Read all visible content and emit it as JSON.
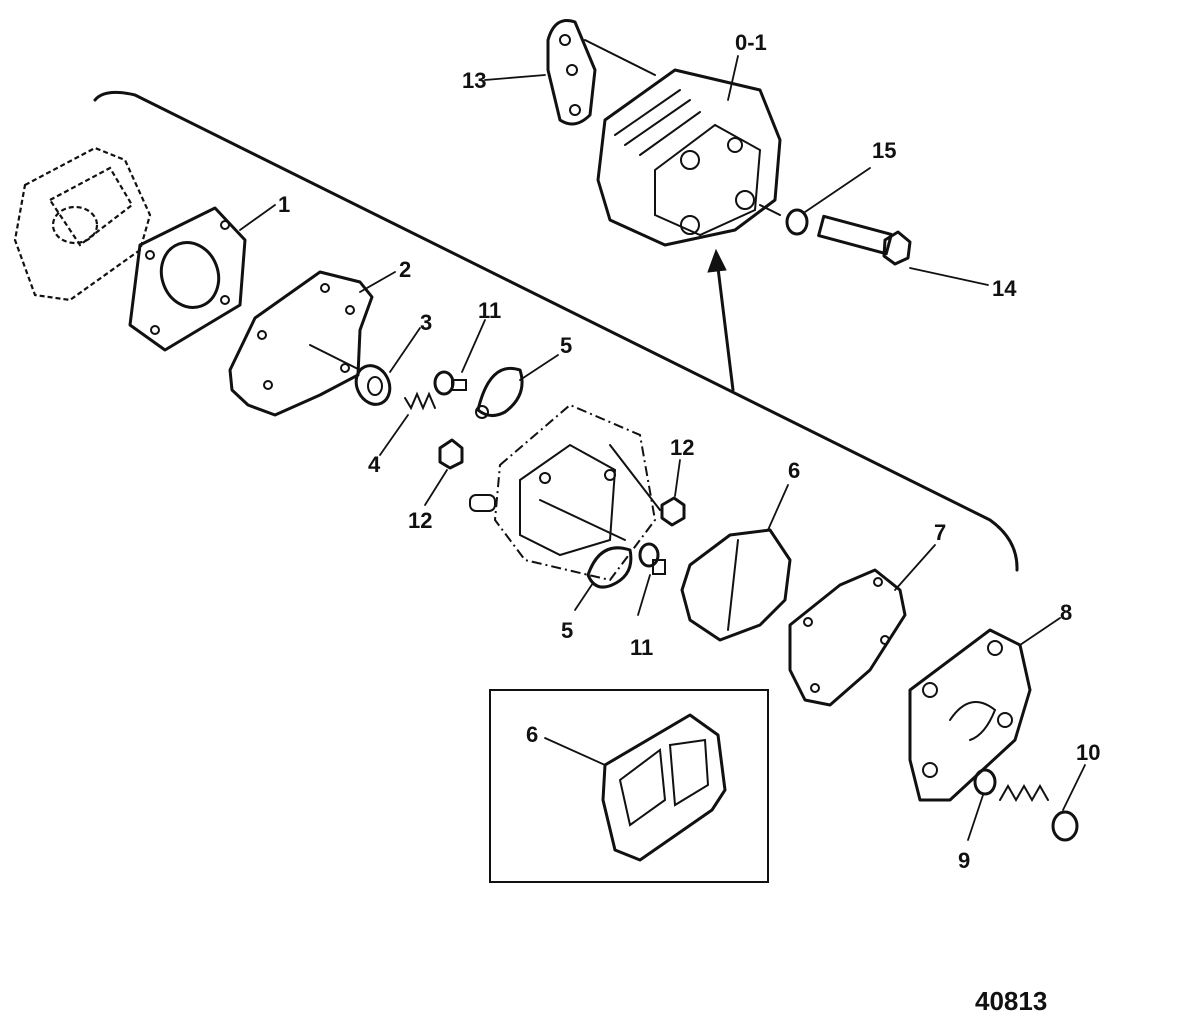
{
  "callouts": {
    "c1": "1",
    "c2": "2",
    "c3": "3",
    "c4": "4",
    "c5a": "5",
    "c5b": "5",
    "c6a": "6",
    "c6b": "6",
    "c7": "7",
    "c8": "8",
    "c9": "9",
    "c10": "10",
    "c11a": "11",
    "c11b": "11",
    "c12a": "12",
    "c12b": "12",
    "c13": "13",
    "c14": "14",
    "c15": "15",
    "c01": "0-1"
  },
  "figure_number": "40813"
}
